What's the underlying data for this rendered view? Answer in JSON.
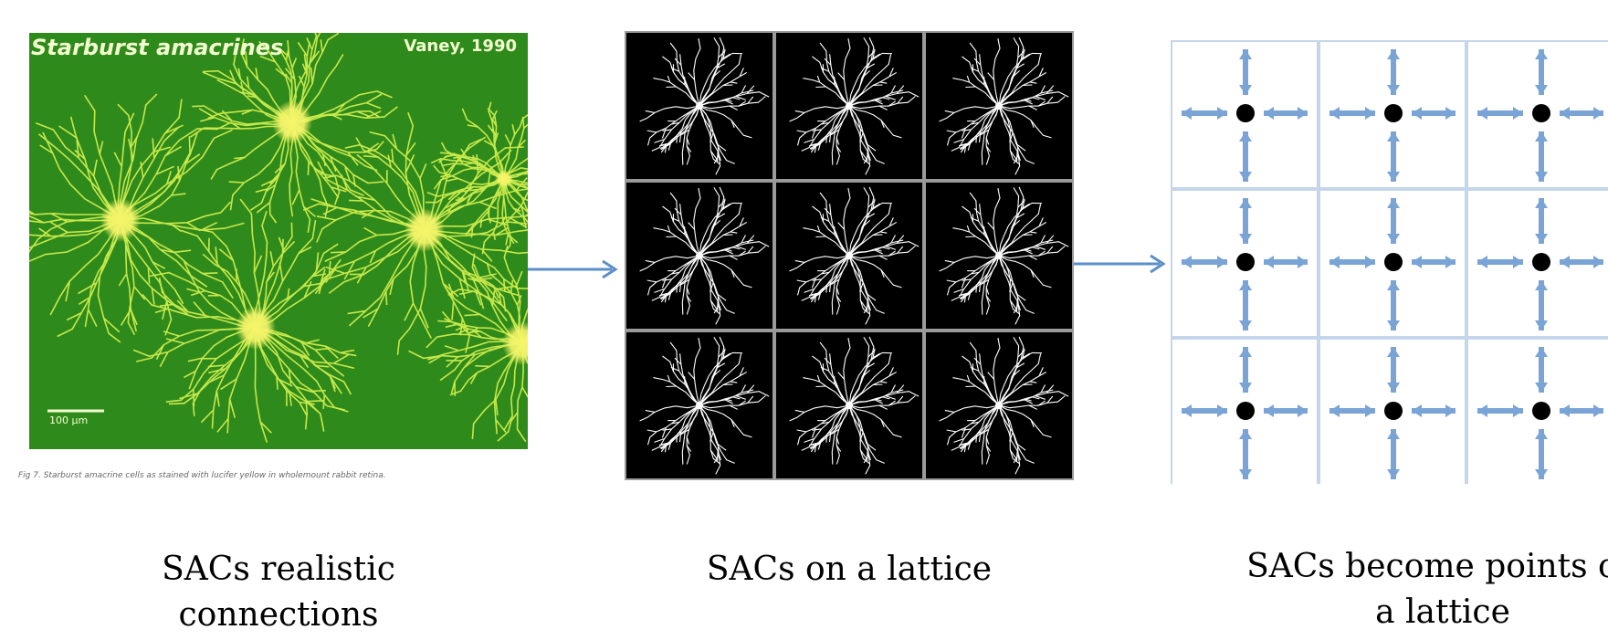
{
  "panels": [
    {
      "id": "realistic",
      "image_title": "Starburst amacrines",
      "image_credit": "Vaney, 1990",
      "scale_bar": "100 µm",
      "figure_caption": "Fig 7. Starburst amacrine cells as stained with lucifer yellow in wholemount rabbit retina.",
      "caption_lines": [
        "SACs realistic",
        "connections"
      ]
    },
    {
      "id": "lattice",
      "caption_lines": [
        "SACs on a lattice"
      ]
    },
    {
      "id": "points",
      "caption_lines": [
        "SACs become points on",
        "a lattice"
      ]
    }
  ],
  "colors": {
    "micrograph_background": "#2f8a1c",
    "cell_glow": "#f5f56a",
    "dendrite": "#c7e84a",
    "lattice_background": "#000000",
    "lattice_dendrite": "#ffffff",
    "lattice_grid": "#9a9a9a",
    "point_arrow": "#7aa4d6",
    "point_grid": "#c6d6ea",
    "connector_arrow": "#5b8fc9"
  }
}
